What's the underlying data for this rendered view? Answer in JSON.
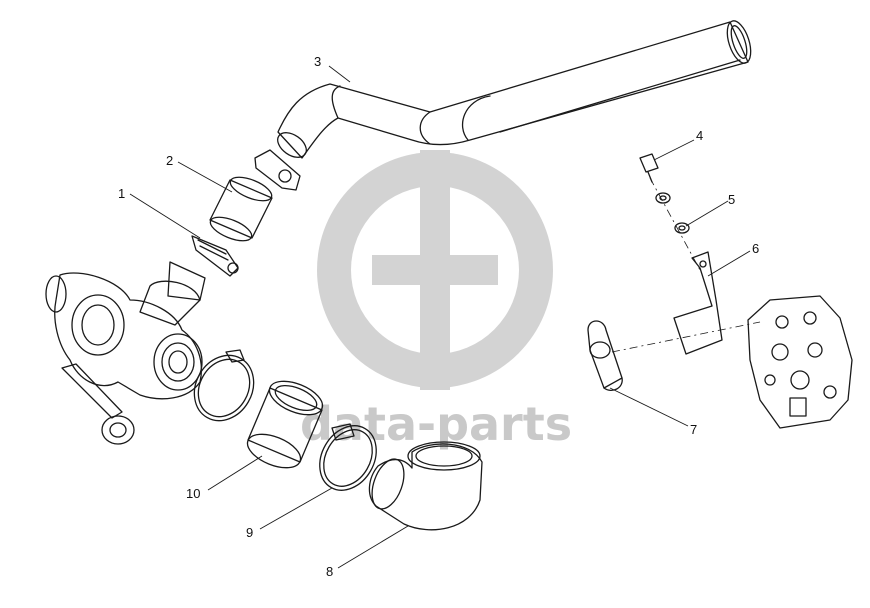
{
  "watermark": {
    "text": "data-parts",
    "color": "#c9c9c9"
  },
  "parts": [
    {
      "number": "1",
      "name": "hose-clamp-small"
    },
    {
      "number": "2",
      "name": "hose-sleeve"
    },
    {
      "number": "3",
      "name": "intake-pipe"
    },
    {
      "number": "4",
      "name": "bolt"
    },
    {
      "number": "5",
      "name": "washer"
    },
    {
      "number": "6",
      "name": "bracket"
    },
    {
      "number": "7",
      "name": "pipe-clamp"
    },
    {
      "number": "8",
      "name": "elbow-hose"
    },
    {
      "number": "9",
      "name": "hose-clamp-large"
    },
    {
      "number": "10",
      "name": "coupling-sleeve"
    }
  ],
  "colors": {
    "line": "#1a1a1a",
    "watermark": "#c9c9c9",
    "background": "#ffffff"
  }
}
